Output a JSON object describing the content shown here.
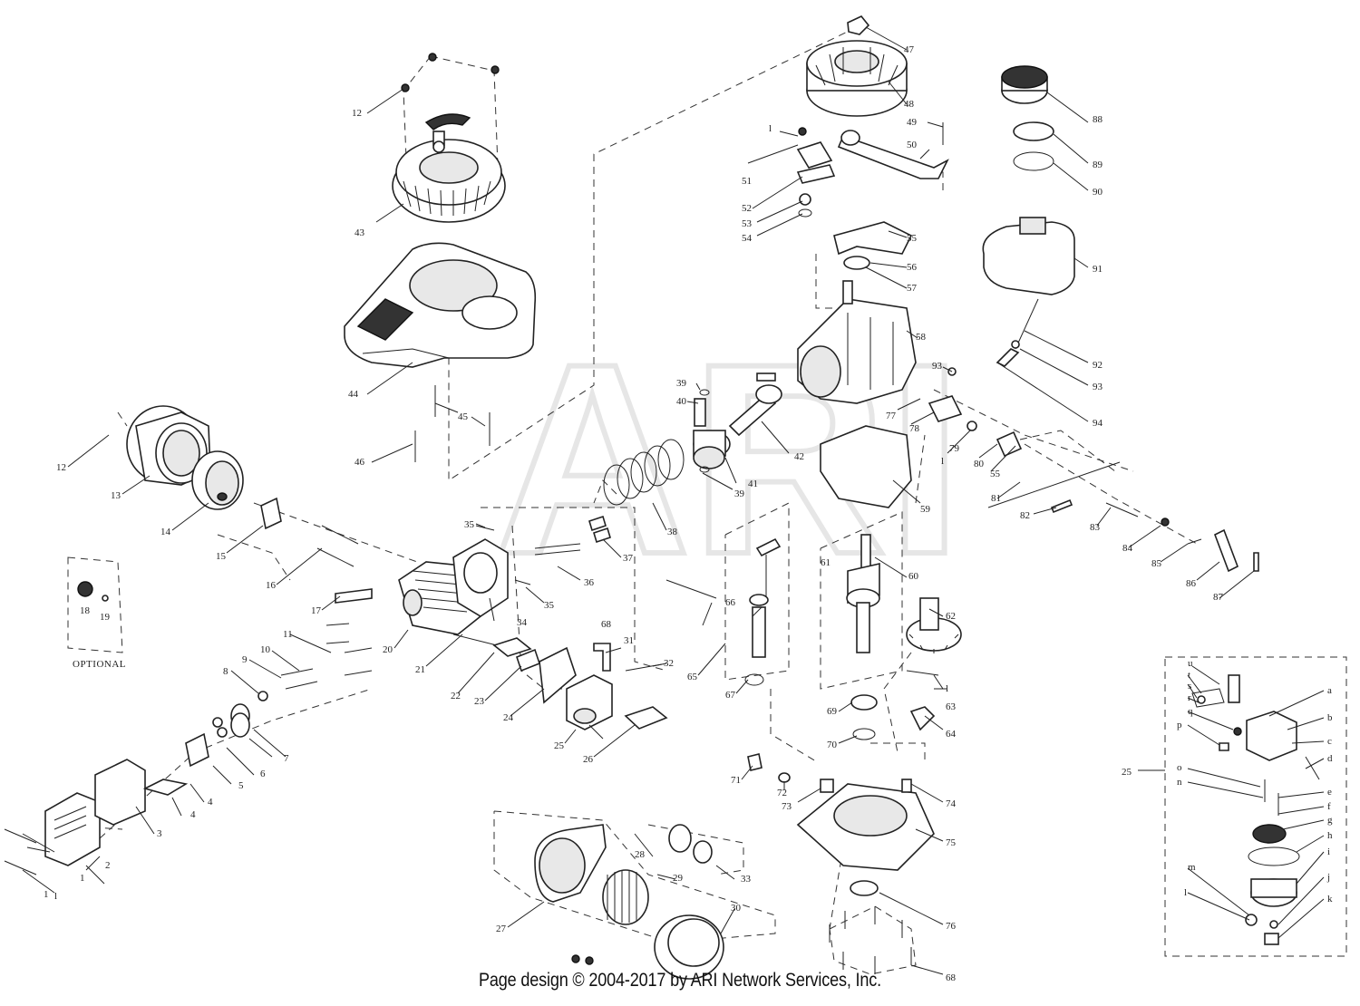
{
  "watermark": "ARI",
  "footer": "Page design © 2004-2017 by ARI Network Services, Inc.",
  "optional_label": "OPTIONAL",
  "callouts": {
    "c1a": "1",
    "c1b": "1",
    "c2": "2",
    "c3": "3",
    "c4a": "4",
    "c4b": "4",
    "c5": "5",
    "c6": "6",
    "c7": "7",
    "c8": "8",
    "c9": "9",
    "c10": "10",
    "c11": "11",
    "c12a": "12",
    "c12b": "12",
    "c13": "13",
    "c14": "14",
    "c15": "15",
    "c16": "16",
    "c17": "17",
    "c18": "18",
    "c19": "19",
    "c20": "20",
    "c21": "21",
    "c22": "22",
    "c23": "23",
    "c24": "24",
    "c25a": "25",
    "c25b": "25",
    "c26": "26",
    "c27": "27",
    "c28": "28",
    "c29": "29",
    "c30": "30",
    "c31": "31",
    "c32": "32",
    "c33": "33",
    "c34": "34",
    "c35a": "35",
    "c35b": "35",
    "c36": "36",
    "c37": "37",
    "c38": "38",
    "c39a": "39",
    "c39b": "39",
    "c40": "40",
    "c41": "41",
    "c42": "42",
    "c43": "43",
    "c44": "44",
    "c45": "45",
    "c46": "46",
    "c47": "47",
    "c48": "48",
    "c49": "49",
    "c50": "50",
    "c51": "51",
    "c52": "52",
    "c53": "53",
    "c54": "54",
    "c55a": "55",
    "c55b": "55",
    "c56": "56",
    "c57": "57",
    "c58": "58",
    "c59": "59",
    "c60": "60",
    "c61": "61",
    "c62": "62",
    "c63": "63",
    "c64": "64",
    "c65": "65",
    "c66": "66",
    "c67": "67",
    "c68a": "68",
    "c68b": "68",
    "c69": "69",
    "c70": "70",
    "c71": "71",
    "c72": "72",
    "c73": "73",
    "c74": "74",
    "c75": "75",
    "c76": "76",
    "c77": "77",
    "c78": "78",
    "c79": "79",
    "c80": "80",
    "c81": "81",
    "c82": "82",
    "c83": "83",
    "c84": "84",
    "c85": "85",
    "c86": "86",
    "c87": "87",
    "c88": "88",
    "c89": "89",
    "c90": "90",
    "c91": "91",
    "c92": "92",
    "c93a": "93",
    "c93b": "93",
    "c94": "94",
    "cl1": "l",
    "cl2": "l",
    "cl3": "l",
    "cl4": "l"
  },
  "carb_callouts": {
    "a": "a",
    "b": "b",
    "c": "c",
    "d": "d",
    "e": "e",
    "f": "f",
    "g": "g",
    "h": "h",
    "i": "i",
    "j": "j",
    "k": "k",
    "l": "l",
    "m": "m",
    "n": "n",
    "o": "o",
    "p": "p",
    "q": "q",
    "r": "r",
    "s": "s",
    "t": "t",
    "u": "u"
  }
}
